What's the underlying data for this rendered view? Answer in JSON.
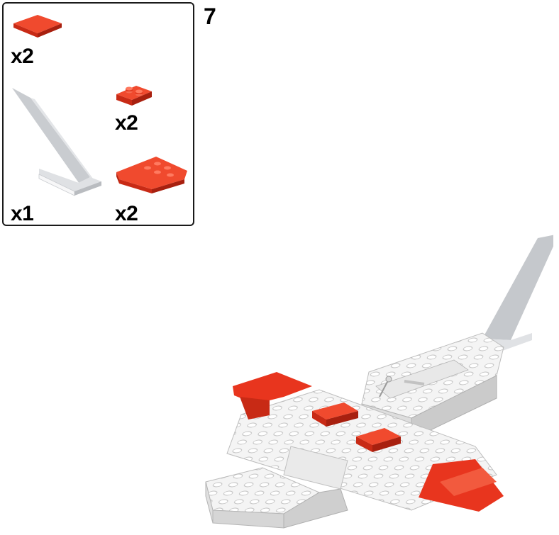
{
  "step": {
    "number": "7"
  },
  "parts": [
    {
      "icon": "red-tile-2x2",
      "quantity_label": "x2"
    },
    {
      "icon": "red-plate-1x2",
      "quantity_label": "x2"
    },
    {
      "icon": "transparent-tail-fin",
      "quantity_label": "x1"
    },
    {
      "icon": "red-wedge-plate",
      "quantity_label": "x2"
    }
  ],
  "colors": {
    "brick_red": "#e8351e",
    "brick_white": "#f2f2f2",
    "transparent_clear": "#cfd2d6",
    "border": "#1a1a1a"
  }
}
